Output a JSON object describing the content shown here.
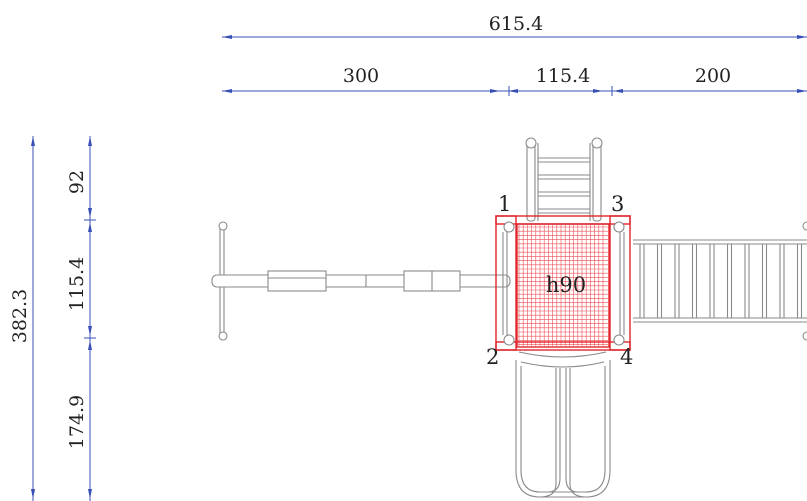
{
  "dimensions": {
    "total_width": "615.4",
    "segment_left": "300",
    "segment_middle": "115.4",
    "segment_right": "200",
    "total_height": "382.3",
    "height_top": "92",
    "height_middle": "115.4",
    "height_bottom": "174.9"
  },
  "platform": {
    "label": "h90"
  },
  "corners": {
    "c1": "1",
    "c2": "2",
    "c3": "3",
    "c4": "4"
  },
  "colors": {
    "dimension": "#3a4fb5",
    "platform_highlight": "#e0242c",
    "linework": "#8a8a8a"
  }
}
